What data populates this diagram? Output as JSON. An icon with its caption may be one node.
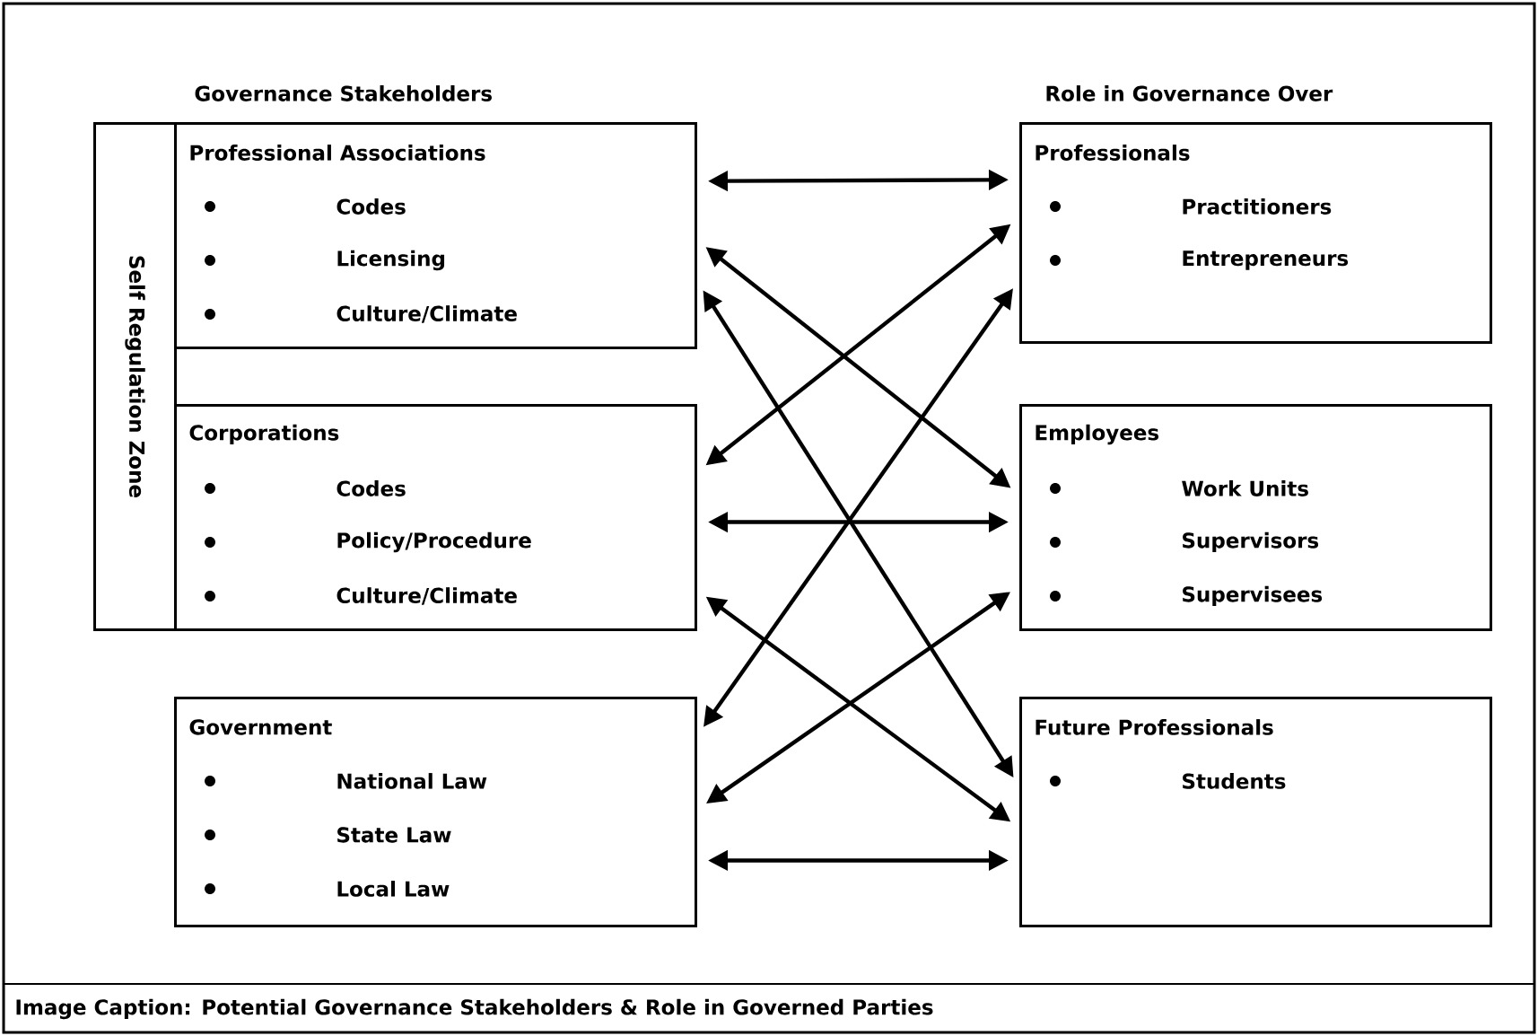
{
  "diagram": {
    "caption": "Image Caption: Potential Governance Stakeholders & Role in Governed Parties",
    "nodes": [
      {
        "text": [
          "Self Regulation Zone"
        ]
      },
      {
        "text": [
          "Professional Associations",
          "Codes",
          "Licensing",
          "Culture/Climate"
        ]
      },
      {
        "text": [
          "Corporations",
          "Codes",
          "Policy/Procedure",
          "Culture/Climate"
        ]
      },
      {
        "text": [
          "Government",
          "National Law",
          "State Law",
          "Local Law"
        ]
      },
      {
        "text": [
          "Professionals",
          "Practitioners",
          "Entrepreneurs"
        ]
      },
      {
        "text": [
          "Employees",
          "Work Units",
          "Supervisors",
          "Supervisees"
        ]
      },
      {
        "text": [
          "Future Professionals",
          "Students"
        ]
      }
    ],
    "edges": [
      {
        "from": 1,
        "to": 4,
        "arrow": "both"
      },
      {
        "from": 4,
        "to": 2,
        "arrow": "both"
      },
      {
        "from": 1,
        "to": 5,
        "arrow": "both"
      },
      {
        "from": 1,
        "to": 6,
        "arrow": "both"
      },
      {
        "from": 4,
        "to": 3,
        "arrow": "both"
      },
      {
        "from": 2,
        "to": 5,
        "arrow": "both"
      },
      {
        "from": 2,
        "to": 6,
        "arrow": "both"
      },
      {
        "from": 5,
        "to": 3,
        "arrow": "both"
      },
      {
        "from": 3,
        "to": 6,
        "arrow": "both"
      }
    ],
    "labels": [
      "Governance Stakeholders",
      "Role in Governance Over"
    ]
  }
}
